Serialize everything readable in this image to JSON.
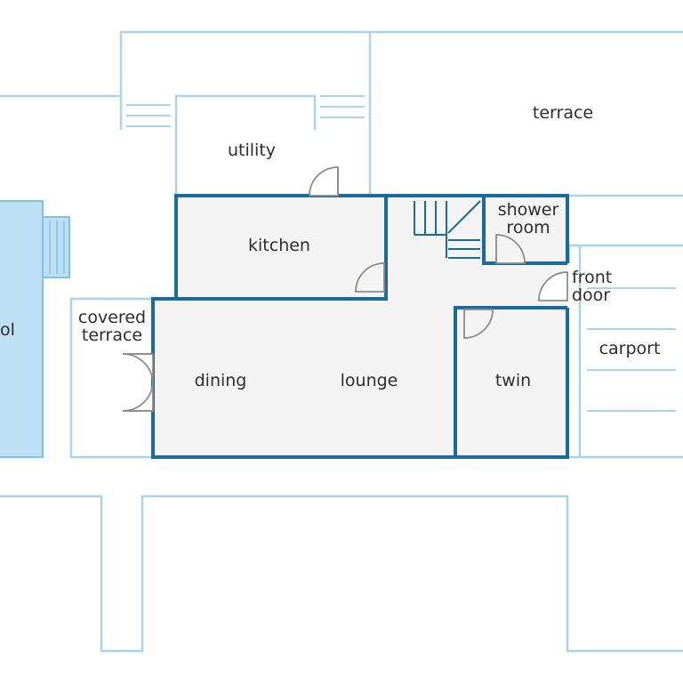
{
  "rooms": {
    "terrace": "terrace",
    "utility": "utility",
    "kitchen": "kitchen",
    "shower_room": [
      "shower",
      "room"
    ],
    "front_door": [
      "front",
      "door"
    ],
    "covered_terrace": [
      "covered",
      "terrace"
    ],
    "pool": "ol",
    "carport": "carport",
    "dining": "dining",
    "lounge": "lounge",
    "twin": "twin"
  },
  "colors": {
    "main_wall": "#1a6a9a",
    "outline": "#a8d4ee",
    "interior_fill": "#f4f4f4",
    "pool_fill": "#bde0f5",
    "door": "#8c8c8c"
  }
}
